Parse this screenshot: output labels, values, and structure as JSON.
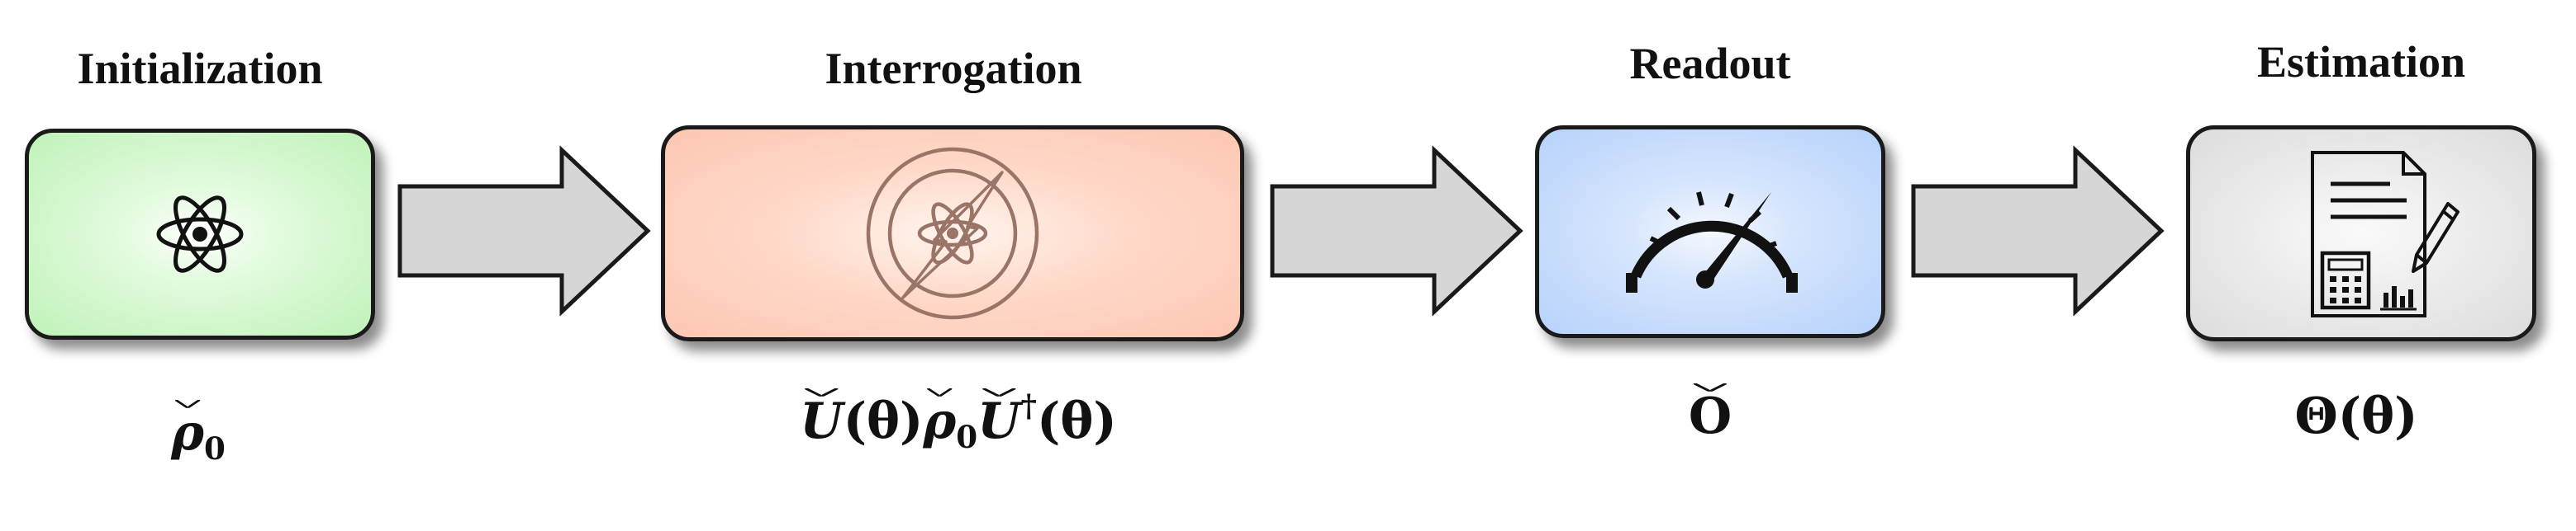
{
  "stages": [
    {
      "title": "Initialization",
      "icon": "atom-icon",
      "color": "#bff2b8"
    },
    {
      "title": "Interrogation",
      "icon": "atom-field-icon",
      "color": "#fcc7b2"
    },
    {
      "title": "Readout",
      "icon": "gauge-icon",
      "color": "#b7d2fb"
    },
    {
      "title": "Estimation",
      "icon": "document-calculator-icon",
      "color": "#dcdcdc"
    }
  ],
  "formulas": {
    "init": {
      "rho": "ρ",
      "sub": "0"
    },
    "interro": {
      "u1": "U",
      "theta1": "(θ)",
      "rho": "ρ",
      "sub": "0",
      "u2": "U",
      "dagger": "†",
      "theta2": "(θ)"
    },
    "readout": {
      "o": "O"
    },
    "estim": {
      "big_theta": "Θ",
      "theta": "(θ)"
    }
  }
}
